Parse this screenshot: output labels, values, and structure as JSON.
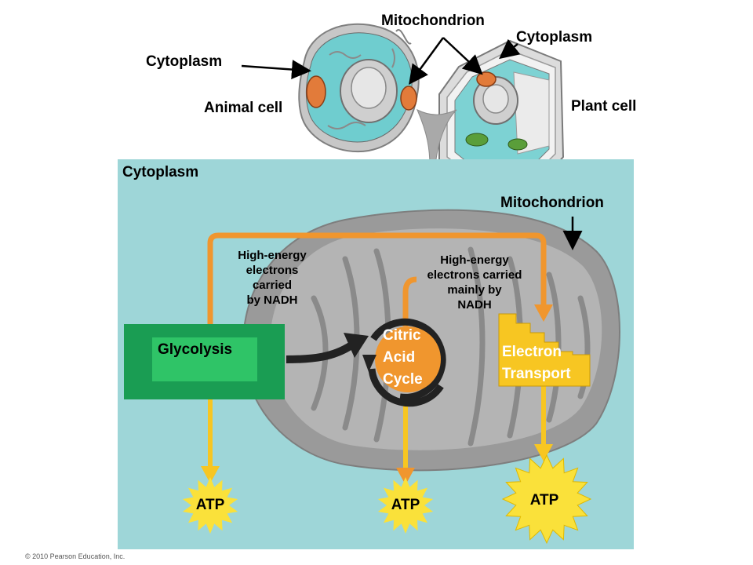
{
  "top": {
    "mitochondrion_label": "Mitochondrion",
    "cytoplasm_left_label": "Cytoplasm",
    "cytoplasm_right_label": "Cytoplasm",
    "animal_cell_label": "Animal cell",
    "plant_cell_label": "Plant cell"
  },
  "main": {
    "cytoplasm_label": "Cytoplasm",
    "mitochondrion_label": "Mitochondrion",
    "nadh_left_lines": [
      "High-energy",
      "electrons",
      "carried",
      "by NADH"
    ],
    "nadh_right_lines": [
      "High-energy",
      "electrons carried",
      "mainly by",
      "NADH"
    ],
    "glycolysis_label": "Glycolysis",
    "citric_lines": [
      "Citric",
      "Acid",
      "Cycle"
    ],
    "electron_lines": [
      "Electron",
      "Transport"
    ],
    "atp_left": "ATP",
    "atp_middle": "ATP",
    "atp_right": "ATP"
  },
  "footer": {
    "copyright": "© 2010 Pearson Education, Inc."
  },
  "colors": {
    "panel": "#9ed6d8",
    "mito_outer": "#9a9a9a",
    "mito_inner": "#b4b4b4",
    "orange": "#f0962e",
    "yellow": "#f7c622",
    "green_dark": "#1a9d53",
    "green_light": "#2fc467",
    "atp_star": "#fae13a"
  }
}
